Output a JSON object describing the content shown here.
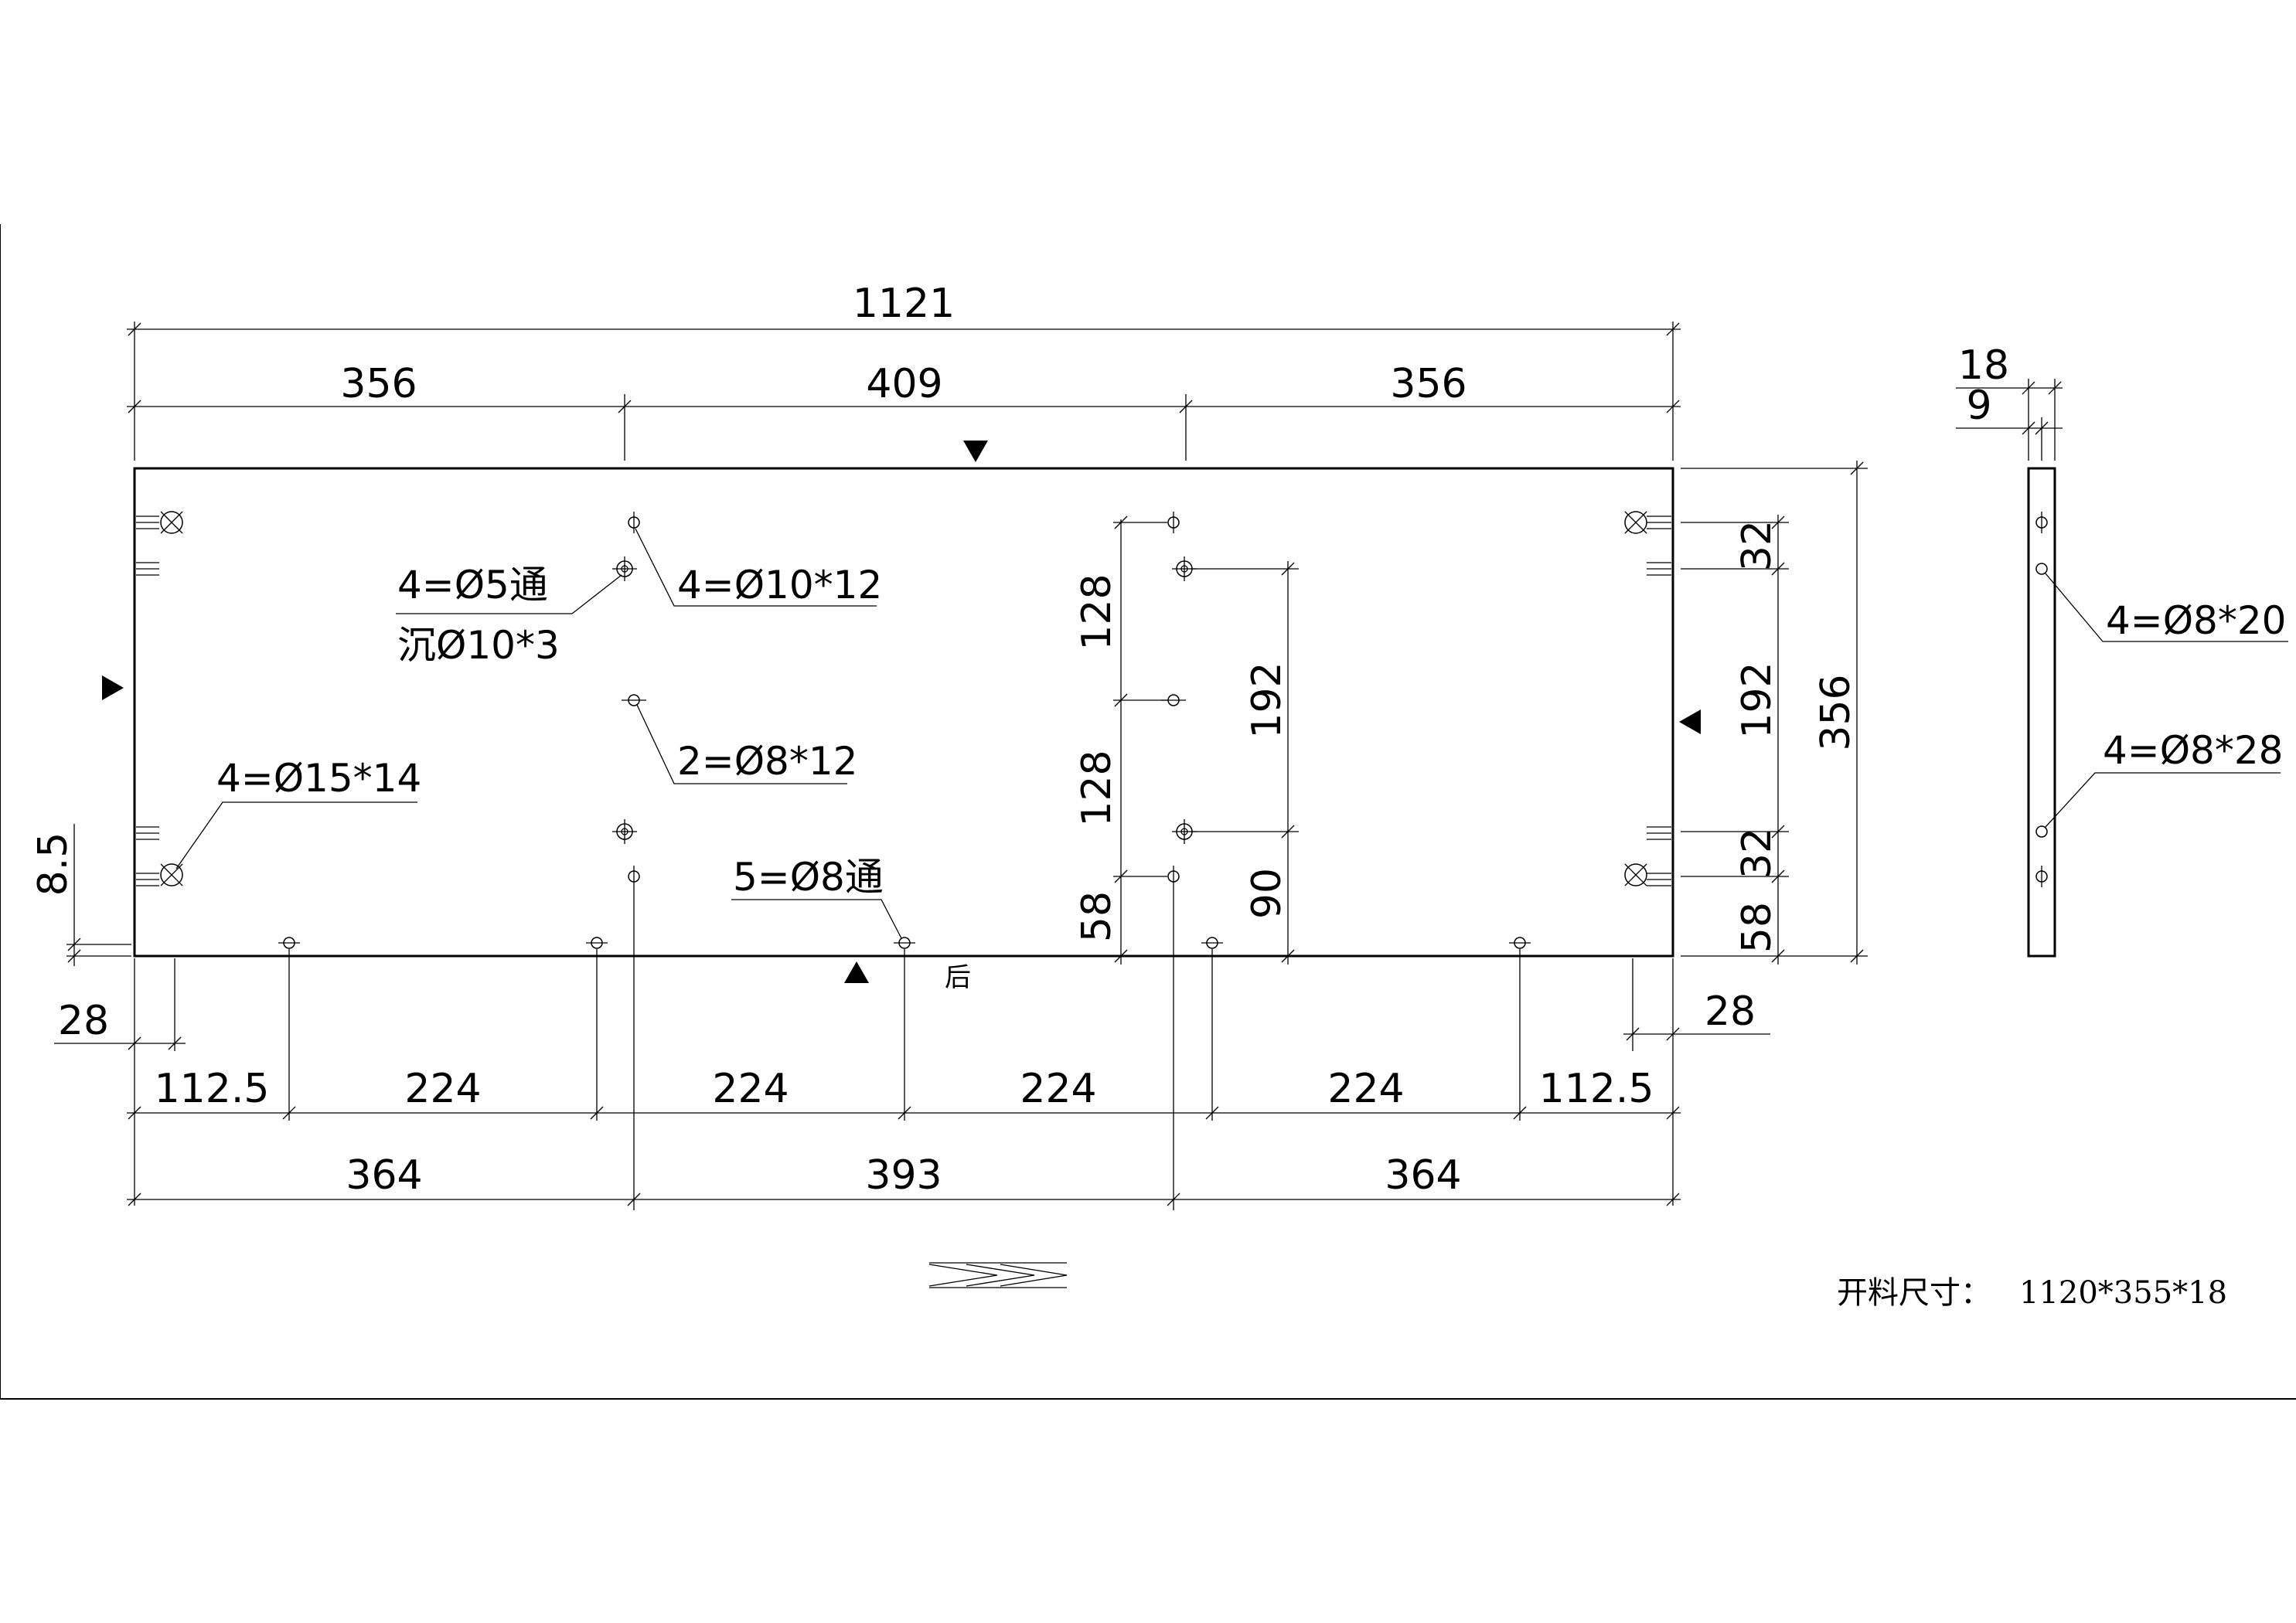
{
  "title": "",
  "dimensions": {
    "overall_width": "1121",
    "top_left": "356",
    "top_mid": "409",
    "top_right": "356",
    "bottom_row1": [
      "112.5",
      "224",
      "224",
      "224",
      "224",
      "112.5"
    ],
    "bottom_row2": [
      "364",
      "393",
      "364"
    ],
    "offset_left": "28",
    "offset_right": "28",
    "left_edge": "8.5",
    "mid_vertical": [
      "128",
      "128",
      "58"
    ],
    "mid_192": "192",
    "mid_90": "90",
    "right_vertical": [
      "32",
      "192",
      "32",
      "58"
    ],
    "overall_height": "356",
    "thickness": "18",
    "half_thickness": "9"
  },
  "annotations": {
    "n1_line1": "4=Ø5通",
    "n1_line2": "沉Ø10*3",
    "n2": "4=Ø10*12",
    "n3": "2=Ø8*12",
    "n4": "4=Ø15*14",
    "n5": "5=Ø8通",
    "side1": "4=Ø8*20",
    "side2": "4=Ø8*28",
    "back_label": "后"
  },
  "spec": {
    "label": "开料尺寸：",
    "value": "1120*355*18"
  }
}
